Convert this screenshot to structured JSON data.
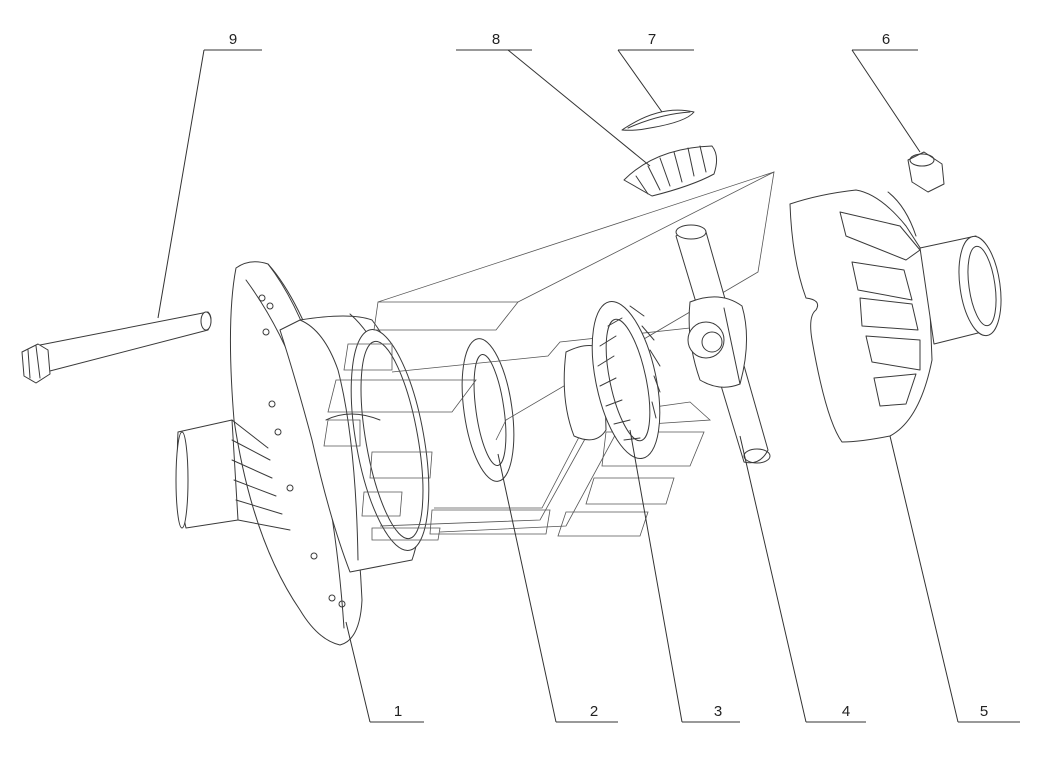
{
  "callouts": [
    {
      "id": "c1",
      "label": "1",
      "part": "differential-case-left"
    },
    {
      "id": "c2",
      "label": "2",
      "part": "side-gear-washer"
    },
    {
      "id": "c3",
      "label": "3",
      "part": "side-gear"
    },
    {
      "id": "c4",
      "label": "4",
      "part": "cross-shaft"
    },
    {
      "id": "c5",
      "label": "5",
      "part": "differential-case-right"
    },
    {
      "id": "c6",
      "label": "6",
      "part": "bushing"
    },
    {
      "id": "c7",
      "label": "7",
      "part": "planet-gear-washer"
    },
    {
      "id": "c8",
      "label": "8",
      "part": "planet-gear"
    },
    {
      "id": "c9",
      "label": "9",
      "part": "bolt"
    }
  ],
  "colors": {
    "line": "#3a3a3a",
    "background": "#ffffff"
  }
}
